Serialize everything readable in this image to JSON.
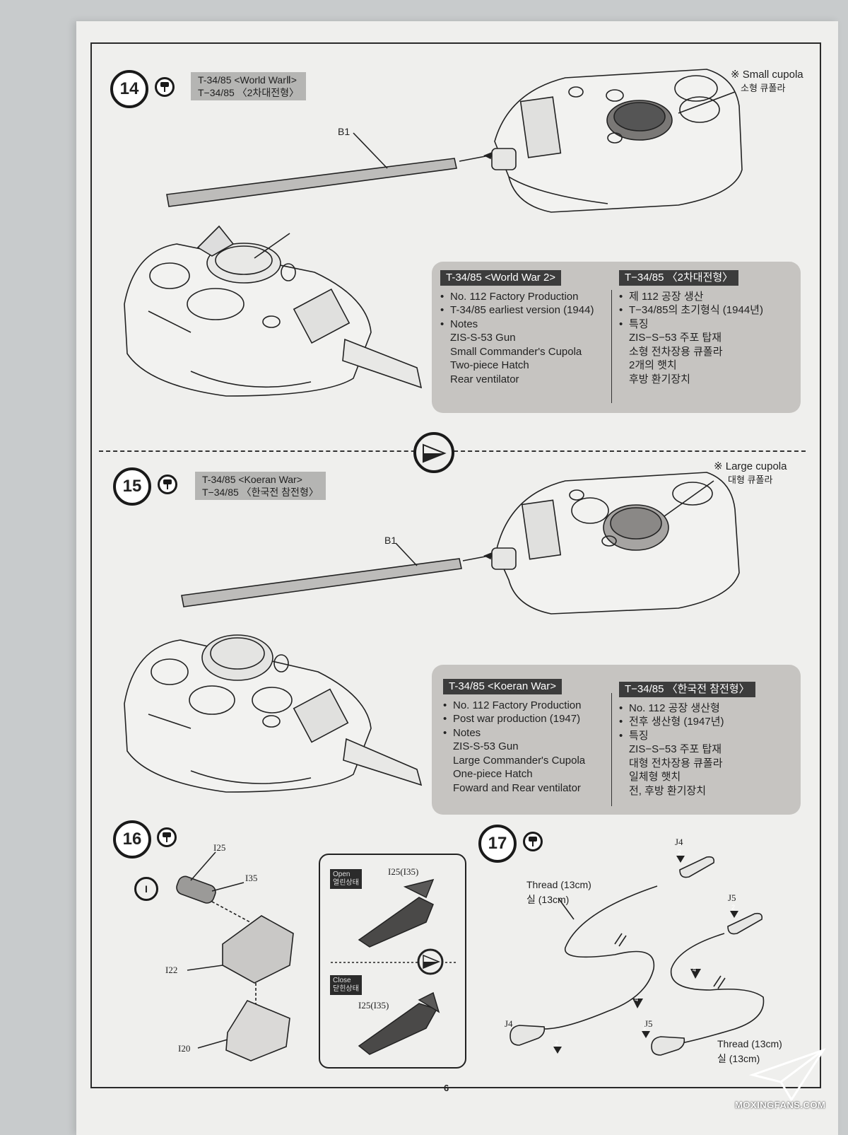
{
  "page_number": "6",
  "watermark": "MOXINGFANS.COM",
  "step14": {
    "number": "14",
    "title_en": "T-34/85  <World WarⅡ>",
    "title_ko": "T−34/85 〈2차대전형〉",
    "part_label": "B1",
    "callout_en": "※ Small cupola",
    "callout_ko": "소형 큐폴라",
    "info": {
      "left_head": "T-34/85 <World War 2>",
      "left_items": [
        "No. 112 Factory Production",
        "T-34/85 earliest version (1944)",
        "Notes"
      ],
      "left_notes": [
        "ZIS-S-53 Gun",
        "Small Commander's Cupola",
        "Two-piece Hatch",
        "Rear ventilator"
      ],
      "right_head": "T−34/85 〈2차대전형〉",
      "right_items": [
        "제 112 공장 생산",
        "T−34/85의 초기형식 (1944년)",
        "특징"
      ],
      "right_notes": [
        "ZIS−S−53 주포 탑재",
        "소형 전차장용 큐폴라",
        "2개의 햇치",
        "후방 환기장치"
      ]
    }
  },
  "step15": {
    "number": "15",
    "title_en": "T-34/85  <Koeran War>",
    "title_ko": "T−34/85 〈한국전 참전형〉",
    "part_label": "B1",
    "callout_en": "※ Large cupola",
    "callout_ko": "대형 큐폴라",
    "info": {
      "left_head": "T-34/85 <Koeran War>",
      "left_items": [
        "No. 112 Factory Production",
        "Post war production (1947)",
        "Notes"
      ],
      "left_notes": [
        "ZIS-S-53 Gun",
        "Large Commander's Cupola",
        "One-piece Hatch",
        "Foward and Rear ventilator"
      ],
      "right_head": "T−34/85 〈한국전 참전형〉",
      "right_items": [
        "No. 112 공장 생산형",
        "전후 생산형 (1947년)",
        "특징"
      ],
      "right_notes": [
        "ZIS−S−53 주포 탑재",
        "대형 전차장용 큐폴라",
        "일체형 햇치",
        "전, 후방 환기장치"
      ]
    }
  },
  "step16": {
    "number": "16",
    "sub_marker": "I",
    "parts": [
      "I25",
      "I35",
      "I22",
      "I20"
    ],
    "inset": {
      "open_en": "Open",
      "open_ko": "열린상태",
      "close_en": "Close",
      "close_ko": "닫힌상태",
      "part_top": "I25(I35)",
      "part_bottom": "I25(I35)"
    }
  },
  "step17": {
    "number": "17",
    "thread_en": "Thread (13cm)",
    "thread_ko": "실 (13cm)",
    "parts": [
      "J4",
      "J5"
    ],
    "part_count": "2",
    "step_markers": [
      "4"
    ]
  }
}
